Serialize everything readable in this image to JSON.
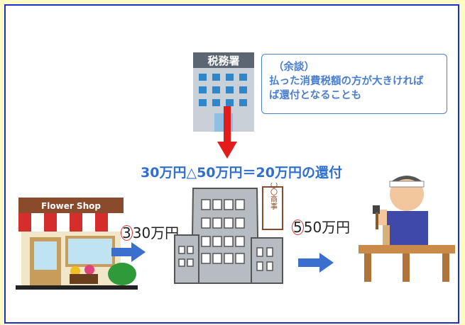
{
  "tax_office": {
    "sign": "税務署"
  },
  "aside": {
    "line1": "（余談）",
    "line2": "払った消費税額の方が大きければ",
    "line3": "ば還付となることも"
  },
  "headline": "30万円△50万円＝20万円の還付",
  "shop": {
    "sign": "Flower Shop"
  },
  "amount_in": {
    "circled": "3",
    "rest": "30万円"
  },
  "amount_out": {
    "circled": "5",
    "rest": "50万円"
  },
  "company": {
    "sign": "〇〇商事"
  },
  "colors": {
    "accent_blue": "#2f6fd0",
    "arrow_red": "#e41b1b",
    "frame": "#1a2fd1",
    "bg_yellow": "#fffbc2"
  }
}
